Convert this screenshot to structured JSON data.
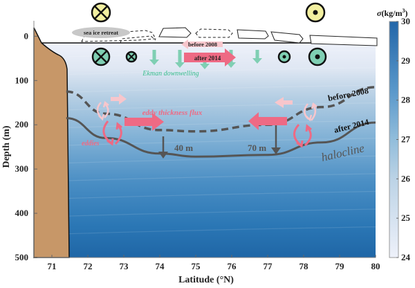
{
  "figure": {
    "colors": {
      "land": "#c79768",
      "ekman_arrow": "#7fcfb3",
      "flux_strong": "#ee6a84",
      "flux_light": "#f7c6cc",
      "halocline": "#555555",
      "current_into": "#7fcfb3",
      "wind_symbol": "#f3f0a0",
      "eddy_text": "#ee6a84",
      "ekman_text": "#3bbf8e"
    }
  },
  "chart_data": {
    "type": "heatmap",
    "title": "",
    "xlabel": "Latitude (°N)",
    "ylabel": "Depth (m)",
    "xlim": [
      70.5,
      80
    ],
    "ylim": [
      500,
      -35
    ],
    "xticks": [
      "71",
      "72",
      "73",
      "74",
      "75",
      "76",
      "77",
      "78",
      "79",
      "80"
    ],
    "yticks": [
      "0",
      "100",
      "200",
      "300",
      "400",
      "500"
    ],
    "colorbar": {
      "label": "σ(kg/m³)",
      "label_sigma": "σ",
      "label_units": "(kg/m",
      "label_sup": "3",
      "label_close": ")",
      "range": [
        24,
        30
      ],
      "ticks": [
        "24",
        "25",
        "26",
        "27",
        "28",
        "29",
        "30"
      ]
    },
    "land_edge_latitude": 71.45,
    "halocline": {
      "before_2008": {
        "label": "before 2008",
        "style": "dashed",
        "depth_at_lat": [
          [
            71.4,
            125
          ],
          [
            72.5,
            175
          ],
          [
            74,
            212
          ],
          [
            75,
            215
          ],
          [
            77,
            200
          ],
          [
            78.5,
            160
          ],
          [
            80,
            115
          ]
        ]
      },
      "after_2014": {
        "label": "after 2014",
        "style": "solid",
        "depth_at_lat": [
          [
            71.4,
            185
          ],
          [
            72.5,
            230
          ],
          [
            74,
            265
          ],
          [
            75,
            272
          ],
          [
            77,
            268
          ],
          [
            78.5,
            240
          ],
          [
            80,
            195
          ]
        ]
      },
      "label": "halocline"
    },
    "deepening": [
      {
        "latitude": 74.0,
        "label": "40 m"
      },
      {
        "latitude": 77.0,
        "label": "70 m"
      }
    ]
  },
  "annotations": {
    "sea_ice_retreat": "sea ice retreat",
    "before_2008": "before 2008",
    "after_2014": "after 2014",
    "ekman": "Ekman downwelling",
    "eddy_flux": "eddy thickness flux",
    "eddies": "eddies",
    "halocline": "halocline",
    "before_2008_line": "before 2008",
    "after_2014_line": "after 2014",
    "deepen_left": "40 m",
    "deepen_right": "70 m"
  }
}
